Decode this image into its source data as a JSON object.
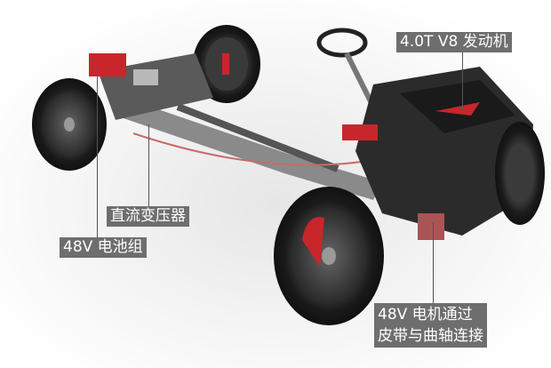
{
  "labels": {
    "engine": "4.0T V8 发动机",
    "dc_converter": "直流变压器",
    "battery": "48V 电池组",
    "motor_line1": "48V 电机通过",
    "motor_line2": "皮带与曲轴连接"
  },
  "colors": {
    "label_bg": "#6e6e6e",
    "accent_red": "#c8262b"
  }
}
